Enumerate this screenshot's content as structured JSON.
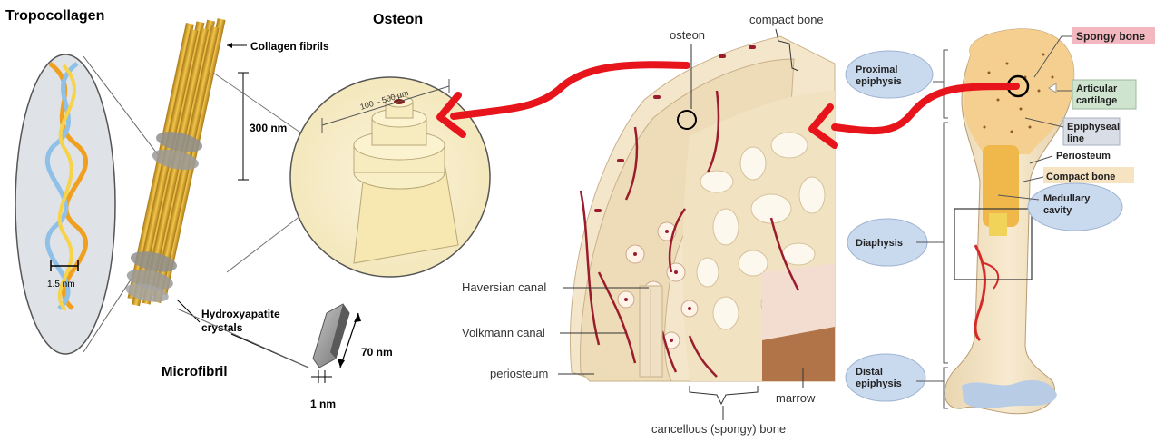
{
  "panel_left": {
    "tropocollagen": "Tropocollagen",
    "osteon": "Osteon",
    "collagen_fibrils": "Collagen fibrils",
    "length_300nm": "300 nm",
    "osteon_size": "100 – 500 µm",
    "helix_width": "1.5 nm",
    "hydroxyapatite": "Hydroxyapatite",
    "crystals": "crystals",
    "microfibril": "Microfibril",
    "crystal_70nm": "70 nm",
    "crystal_1nm": "1 nm"
  },
  "panel_middle": {
    "osteon": "osteon",
    "compact_bone": "compact bone",
    "haversian_canal": "Haversian canal",
    "volkmann_canal": "Volkmann canal",
    "periosteum": "periosteum",
    "marrow": "marrow",
    "cancellous_bone": "cancellous (spongy) bone"
  },
  "panel_right": {
    "proximal_1": "Proximal",
    "proximal_2": "epiphysis",
    "spongy_bone": "Spongy bone",
    "articular_1": "Articular",
    "articular_2": "cartilage",
    "epiphyseal_1": "Epiphyseal",
    "epiphyseal_2": "line",
    "periosteum": "Periosteum",
    "compact_bone": "Compact bone",
    "medullary_1": "Medullary",
    "medullary_2": "cavity",
    "diaphysis": "Diaphysis",
    "distal_1": "Distal",
    "distal_2": "epiphysis"
  },
  "colors": {
    "arrow": "#e8141b",
    "collagen": "#d8a52a",
    "bone_cream": "#f3e4c8",
    "vessel": "#9b1c2c",
    "callout_bubble": "#c9d9ee",
    "spongy_bg": "#f3b8bf",
    "articular_bg": "#cfe4cf",
    "epiphyseal_bg": "#d9dde6",
    "compact_bg": "#f6e3c2"
  }
}
